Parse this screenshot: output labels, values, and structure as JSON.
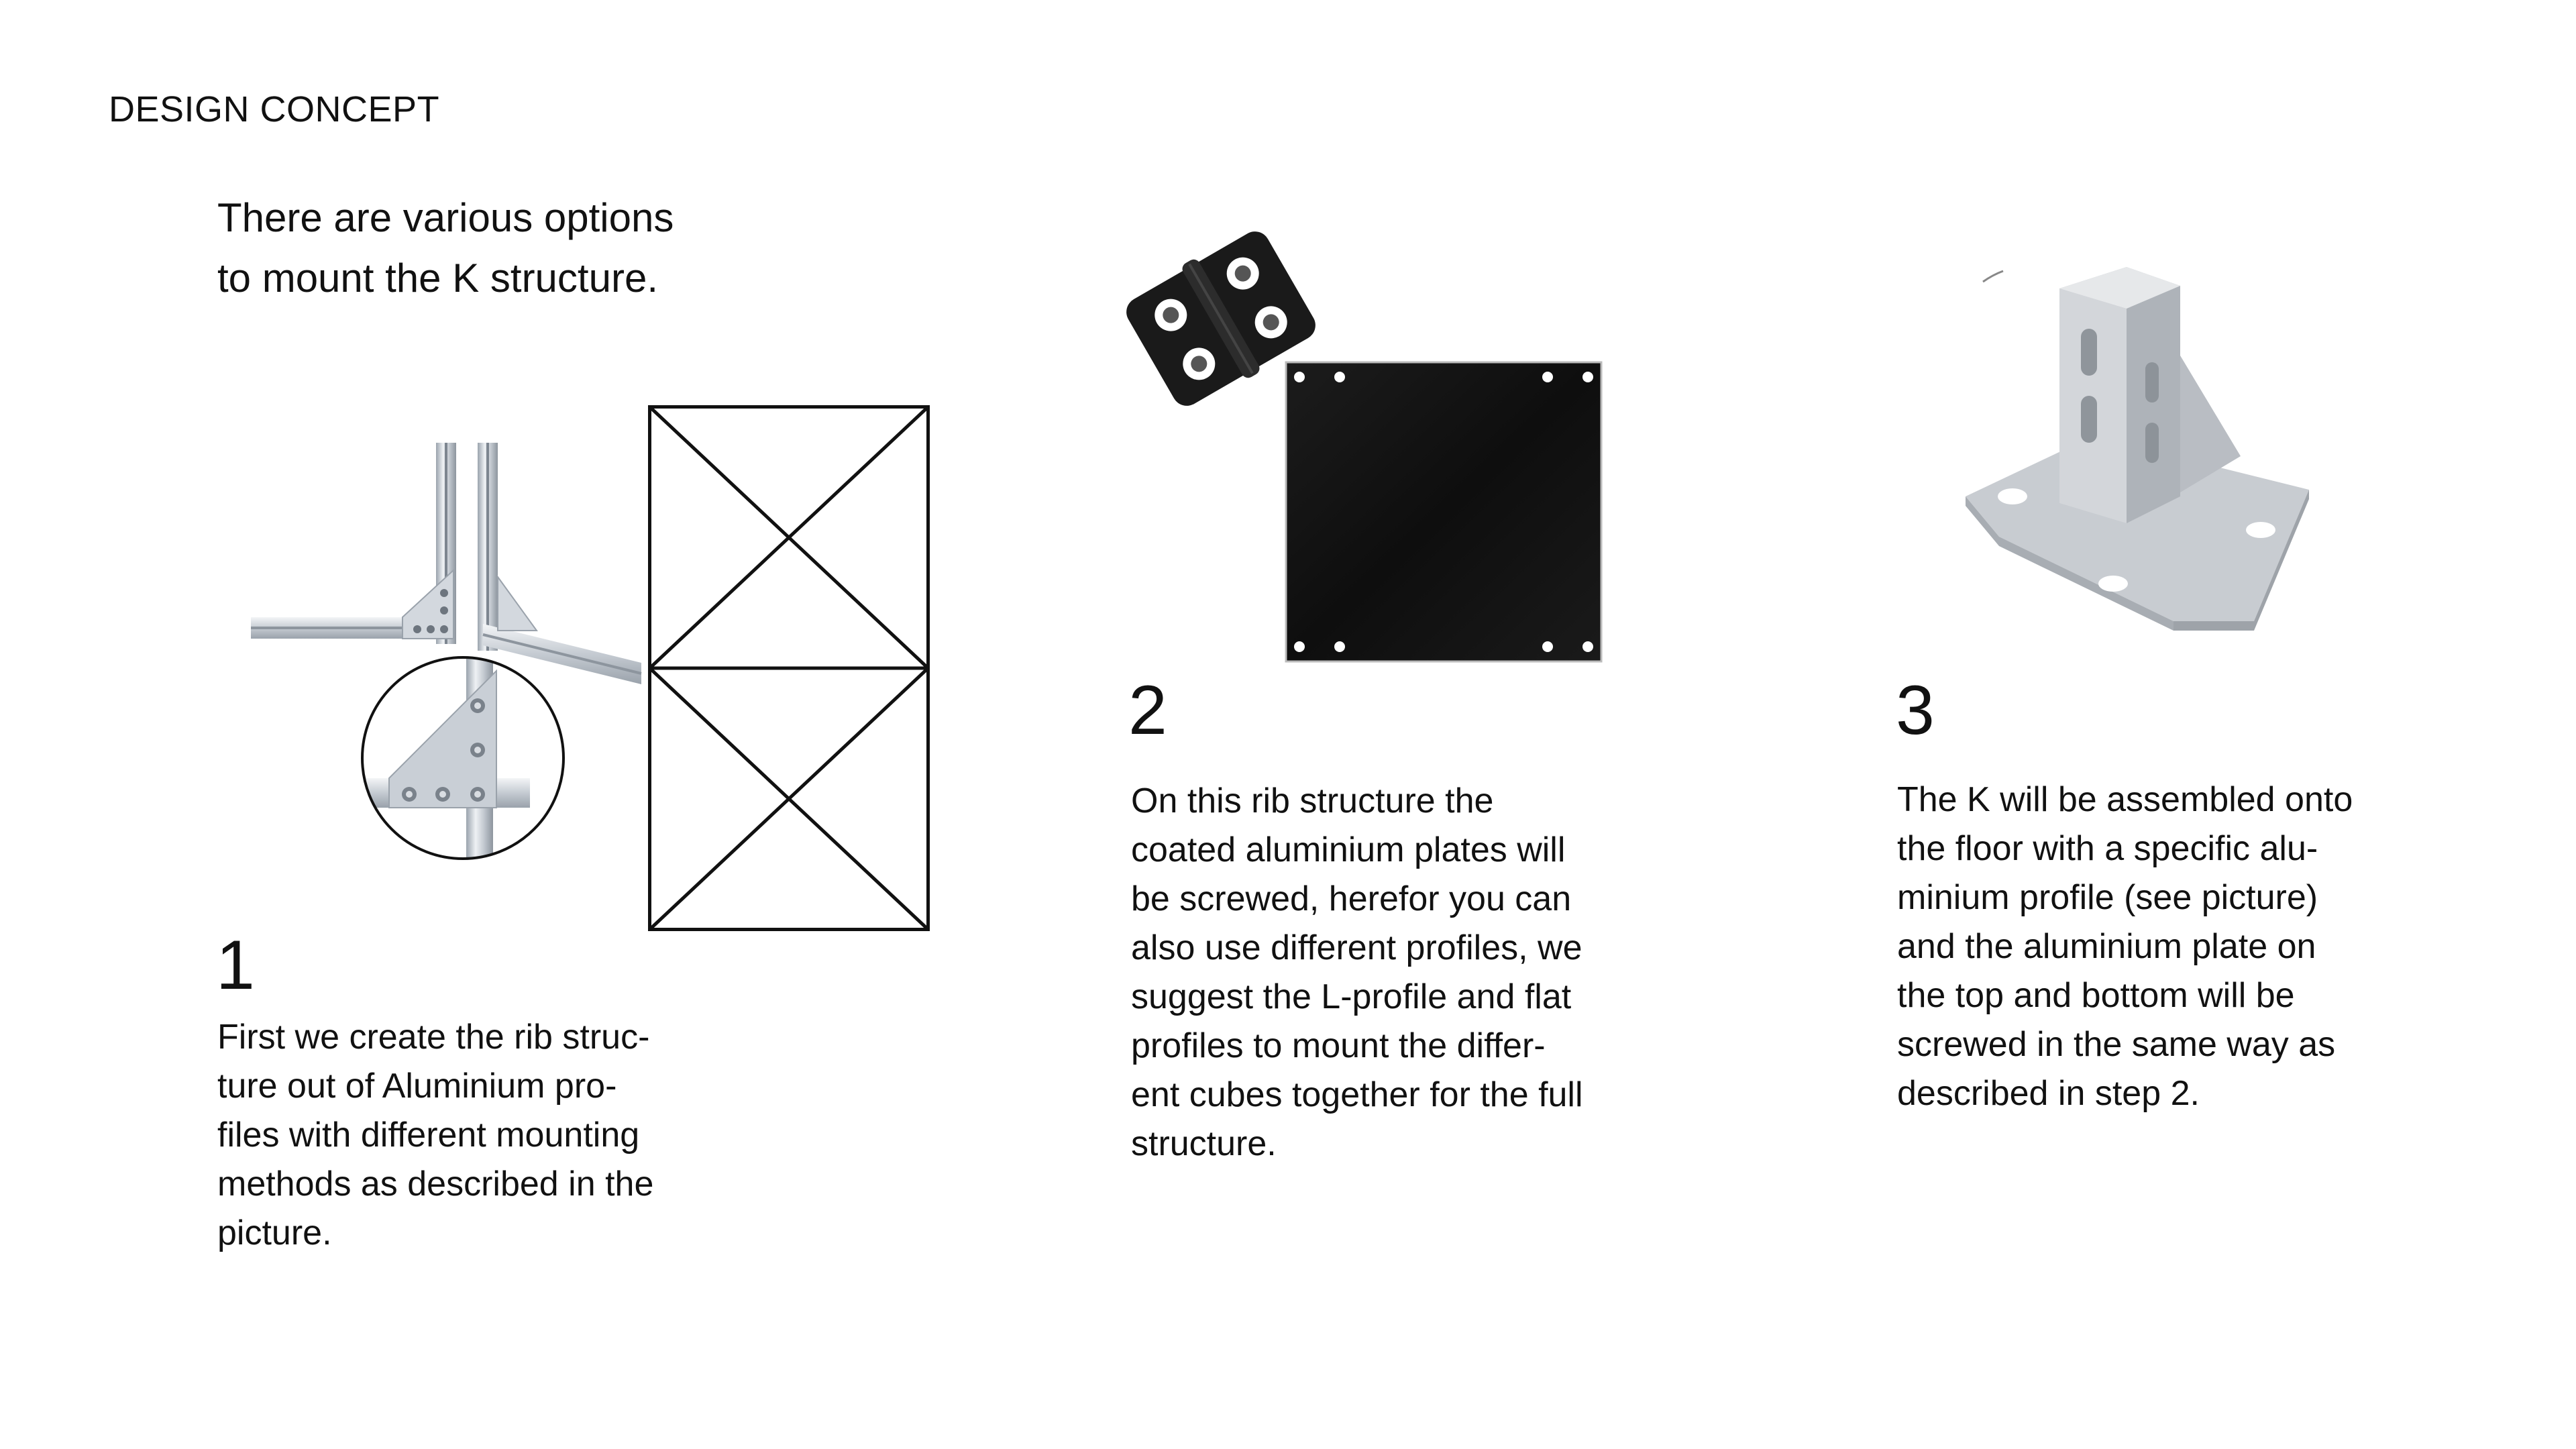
{
  "section_title": "DESIGN CONCEPT",
  "intro": {
    "line1": "There are various options",
    "line2": "to mount the K structure."
  },
  "steps": [
    {
      "number": "1",
      "text": "First we create the rib struc-\nture out of Aluminium pro-\nfiles with different mounting\nmethods as described in the\npicture."
    },
    {
      "number": "2",
      "text": "On this rib structure the\ncoated aluminium plates will\nbe screwed, herefor you can\nalso use different profiles, we\nsuggest the L-profile and flat\nprofiles to mount the differ-\nent cubes together for the full\nstructure."
    },
    {
      "number": "3",
      "text": "The K will be assembled onto\nthe floor with a specific alu-\nminium profile (see picture)\nand the aluminium plate on\nthe top and bottom will be\nscrewed in the same way as\ndescribed in step 2."
    }
  ],
  "icons": {
    "step1_photo": "aluminium-profile-corner-bracket-icon",
    "step1_diagram": "rib-structure-cross-bracing-icon",
    "step2_hinge": "black-hinge-icon",
    "step2_plate": "coated-aluminium-plate-icon",
    "step3_foot": "floor-mount-profile-foot-icon"
  }
}
